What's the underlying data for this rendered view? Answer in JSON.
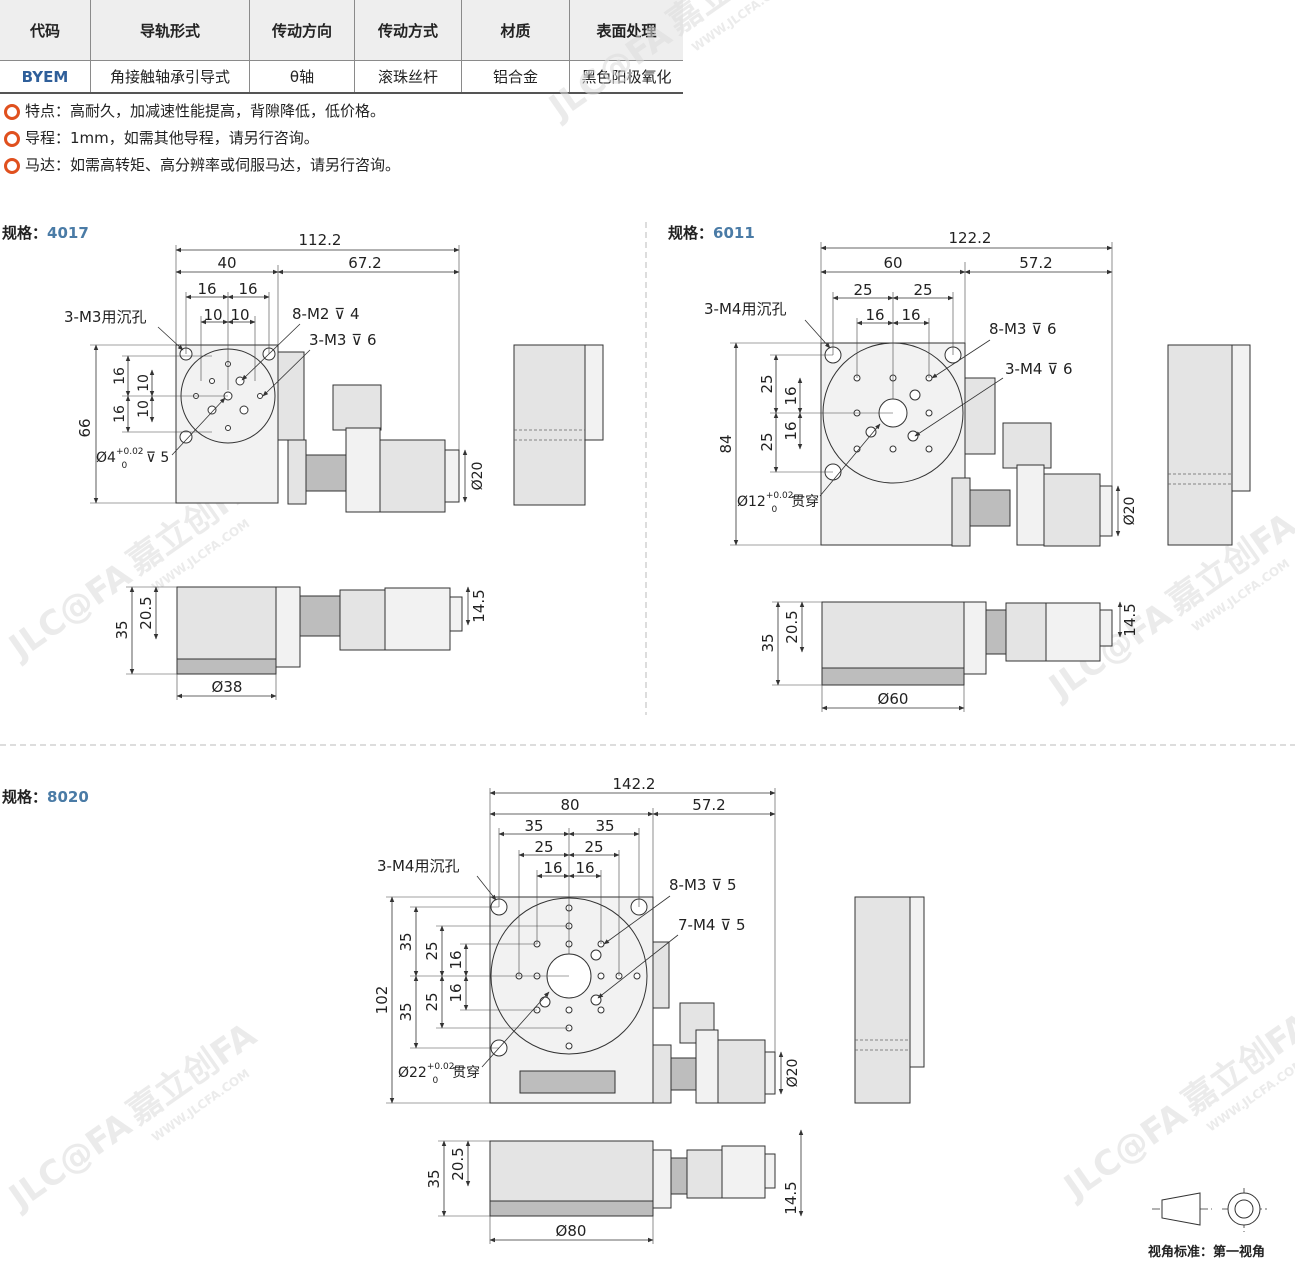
{
  "table": {
    "headers": [
      "代码",
      "导轨形式",
      "传动方向",
      "传动方式",
      "材质",
      "表面处理"
    ],
    "row": [
      "BYEM",
      "角接触轴承引导式",
      "θ轴",
      "滚珠丝杆",
      "铝合金",
      "黑色阳极氧化"
    ]
  },
  "notes": [
    "特点：高耐久，加减速性能提高，背隙降低，低价格。",
    "导程：1mm，如需其他导程，请另行咨询。",
    "马达：如需高转矩、高分辨率或伺服马达，请另行咨询。"
  ],
  "colors": {
    "accent": "#e0501e",
    "spec_value": "#4a7ba6",
    "code": "#2f5f9a"
  },
  "spec_prefix": "规格：",
  "specs": [
    {
      "value": "4017",
      "dims": {
        "total": "112.2",
        "left": "40",
        "right": "67.2",
        "pitch1a": "16",
        "pitch1b": "16",
        "pitch2a": "10",
        "pitch2b": "10",
        "height": "66",
        "v1": "16",
        "v2": "16",
        "v3": "10",
        "v4": "10",
        "shaft": "Ø20",
        "side1": "35",
        "side2": "20.5",
        "side3": "14.5",
        "table_dia": "Ø38"
      },
      "callouts": {
        "counterbore": "3-M3用沉孔",
        "tap1": "8-M2",
        "tap1_depth": "4",
        "tap2": "3-M3",
        "tap2_depth": "6",
        "bore": "Ø4",
        "bore_tol_up": "+0.02",
        "bore_tol_low": "0",
        "bore_depth": "5"
      }
    },
    {
      "value": "6011",
      "dims": {
        "total": "122.2",
        "left": "60",
        "right": "57.2",
        "pitch1a": "25",
        "pitch1b": "25",
        "pitch2a": "16",
        "pitch2b": "16",
        "height": "84",
        "v1": "25",
        "v2": "25",
        "v3": "16",
        "v4": "16",
        "shaft": "Ø20",
        "side1": "35",
        "side2": "20.5",
        "side3": "14.5",
        "table_dia": "Ø60"
      },
      "callouts": {
        "counterbore": "3-M4用沉孔",
        "tap1": "8-M3",
        "tap1_depth": "6",
        "tap2": "3-M4",
        "tap2_depth": "6",
        "bore": "Ø12",
        "bore_tol_up": "+0.02",
        "bore_tol_low": "0",
        "bore_through": "贯穿"
      }
    },
    {
      "value": "8020",
      "dims": {
        "total": "142.2",
        "left": "80",
        "right": "57.2",
        "pitch1a": "35",
        "pitch1b": "35",
        "pitch2a": "25",
        "pitch2b": "25",
        "pitch3a": "16",
        "pitch3b": "16",
        "height": "102",
        "v1": "35",
        "v2": "35",
        "v3": "25",
        "v4": "25",
        "v5": "16",
        "v6": "16",
        "shaft": "Ø20",
        "side1": "35",
        "side2": "20.5",
        "side3": "14.5",
        "table_dia": "Ø80"
      },
      "callouts": {
        "counterbore": "3-M4用沉孔",
        "tap1": "8-M3",
        "tap1_depth": "5",
        "tap2": "7-M4",
        "tap2_depth": "5",
        "bore": "Ø22",
        "bore_tol_up": "+0.02",
        "bore_tol_low": "0",
        "bore_through": "贯穿"
      }
    }
  ],
  "view_standard": "视角标准：第一视角",
  "watermark": {
    "logo": "JLC@FA",
    "brand": "嘉立创FA",
    "url": "WWW.JLCFA.COM"
  }
}
